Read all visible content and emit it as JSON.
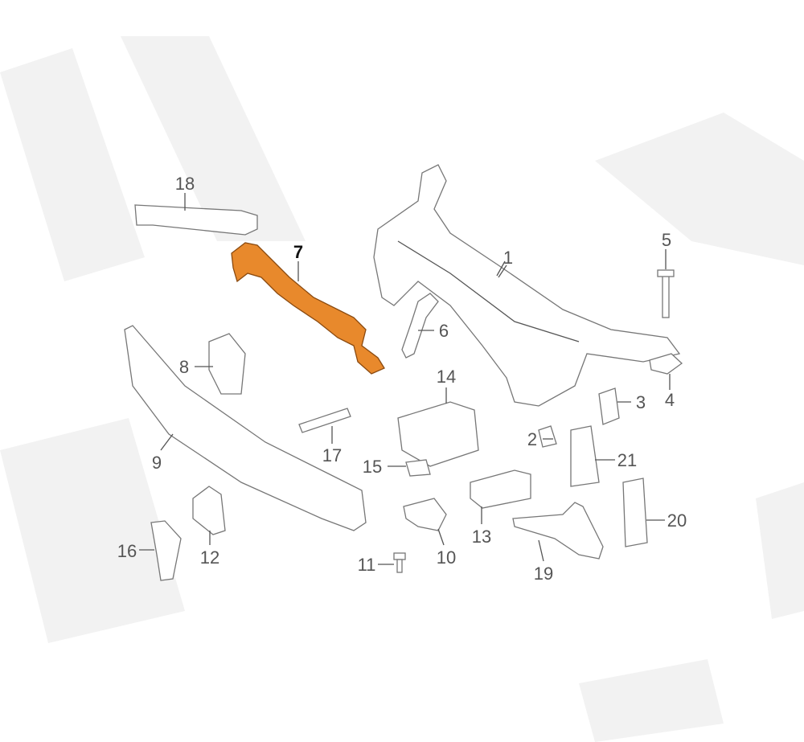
{
  "diagram": {
    "highlighted_part": "7",
    "highlight_color": "#e8892c",
    "labels": {
      "p1": "1",
      "p2": "2",
      "p3": "3",
      "p4": "4",
      "p5": "5",
      "p6": "6",
      "p7": "7",
      "p8": "8",
      "p9": "9",
      "p10": "10",
      "p11": "11",
      "p12": "12",
      "p13": "13",
      "p14": "14",
      "p15": "15",
      "p16": "16",
      "p17": "17",
      "p18": "18",
      "p19": "19",
      "p20": "20",
      "p21": "21"
    }
  }
}
